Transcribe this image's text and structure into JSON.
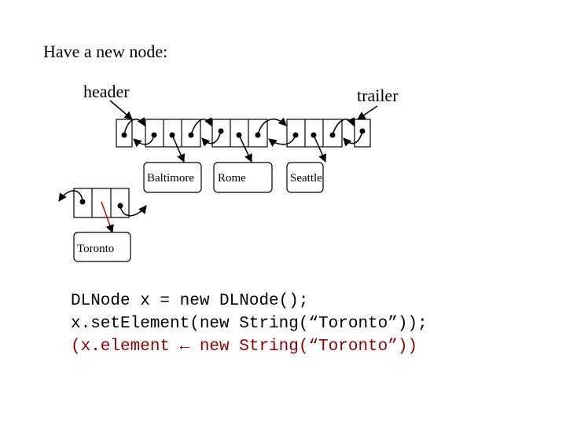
{
  "title": "Have a new node:",
  "labels": {
    "header": "header",
    "trailer": "trailer"
  },
  "cities": {
    "baltimore": "Baltimore",
    "rome": "Rome",
    "seattle": "Seattle",
    "toronto": "Toronto"
  },
  "code": {
    "line1": "DLNode x = new DLNode();",
    "line2": "x.setElement(new String(“Toronto”));",
    "line3": "(x.element ← new String(“Toronto”))"
  },
  "colors": {
    "ink": "#000000",
    "new_link": "#cc0000",
    "code_highlight": "#8b0000"
  }
}
